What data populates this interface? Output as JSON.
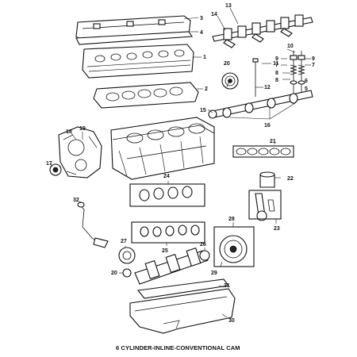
{
  "callouts": {
    "c1": "1",
    "c2": "2",
    "c3": "3",
    "c4": "4",
    "c5": "5",
    "c6": "6",
    "c7a": "7",
    "c7b": "7",
    "c8a": "8",
    "c8b": "8",
    "c9a": "9",
    "c9b": "9",
    "c10": "10",
    "c11": "11",
    "c12": "12",
    "c13": "13",
    "c14": "14",
    "c15": "15",
    "c16": "16",
    "c17": "17",
    "c18": "18",
    "c19": "19",
    "c20a": "20",
    "c20b": "20",
    "c21": "21",
    "c22": "22",
    "c23": "23",
    "c24": "24",
    "c25": "25",
    "c26": "26",
    "c27": "27",
    "c28": "28",
    "c29": "29",
    "c30": "30",
    "c31": "31",
    "c32": "32"
  },
  "caption": "6 CYLINDER-INLINE-CONVENTIONAL CAM"
}
